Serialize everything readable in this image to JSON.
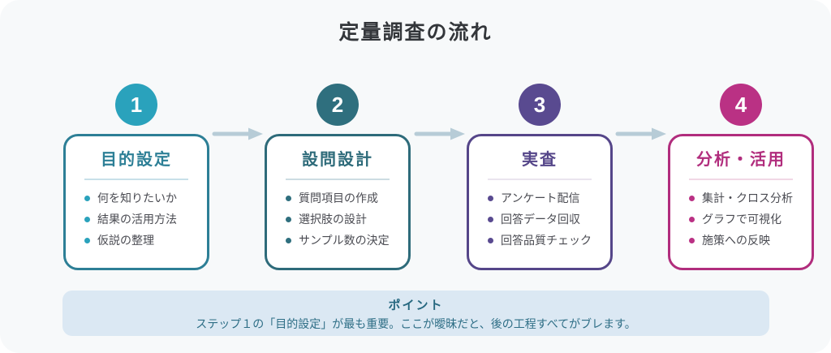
{
  "title": "定量調査の流れ",
  "colors": {
    "canvas_background": "#f7f9fa",
    "title": "#33363a",
    "bullet_text": "#4a4b52",
    "arrow": "#b7ccd7",
    "point_background": "#dbe8f3",
    "point_title": "#266880",
    "point_text": "#2e6e86"
  },
  "steps": [
    {
      "number": "1",
      "title": "目的設定",
      "circle_color": "#2aa2bc",
      "accent_color": "#2d7f96",
      "divider_color": "#c8e0e9",
      "items": [
        "何を知りたいか",
        "結果の活用方法",
        "仮説の整理"
      ]
    },
    {
      "number": "2",
      "title": "設問設計",
      "circle_color": "#2f6f7e",
      "accent_color": "#2e6b7a",
      "divider_color": "#ccdce2",
      "items": [
        "質問項目の作成",
        "選択肢の設計",
        "サンプル数の決定"
      ]
    },
    {
      "number": "3",
      "title": "実査",
      "circle_color": "#594a90",
      "accent_color": "#554689",
      "divider_color": "#eae4ee",
      "items": [
        "アンケート配信",
        "回答データ回収",
        "回答品質チェック"
      ]
    },
    {
      "number": "4",
      "title": "分析・活用",
      "circle_color": "#ba3184",
      "accent_color": "#b12d7d",
      "divider_color": "#f1d7e5",
      "items": [
        "集計・クロス分析",
        "グラフで可視化",
        "施策への反映"
      ]
    }
  ],
  "point": {
    "title": "ポイント",
    "text": "ステップ１の「目的設定」が最も重要。ここが曖昧だと、後の工程すべてがブレます。"
  }
}
